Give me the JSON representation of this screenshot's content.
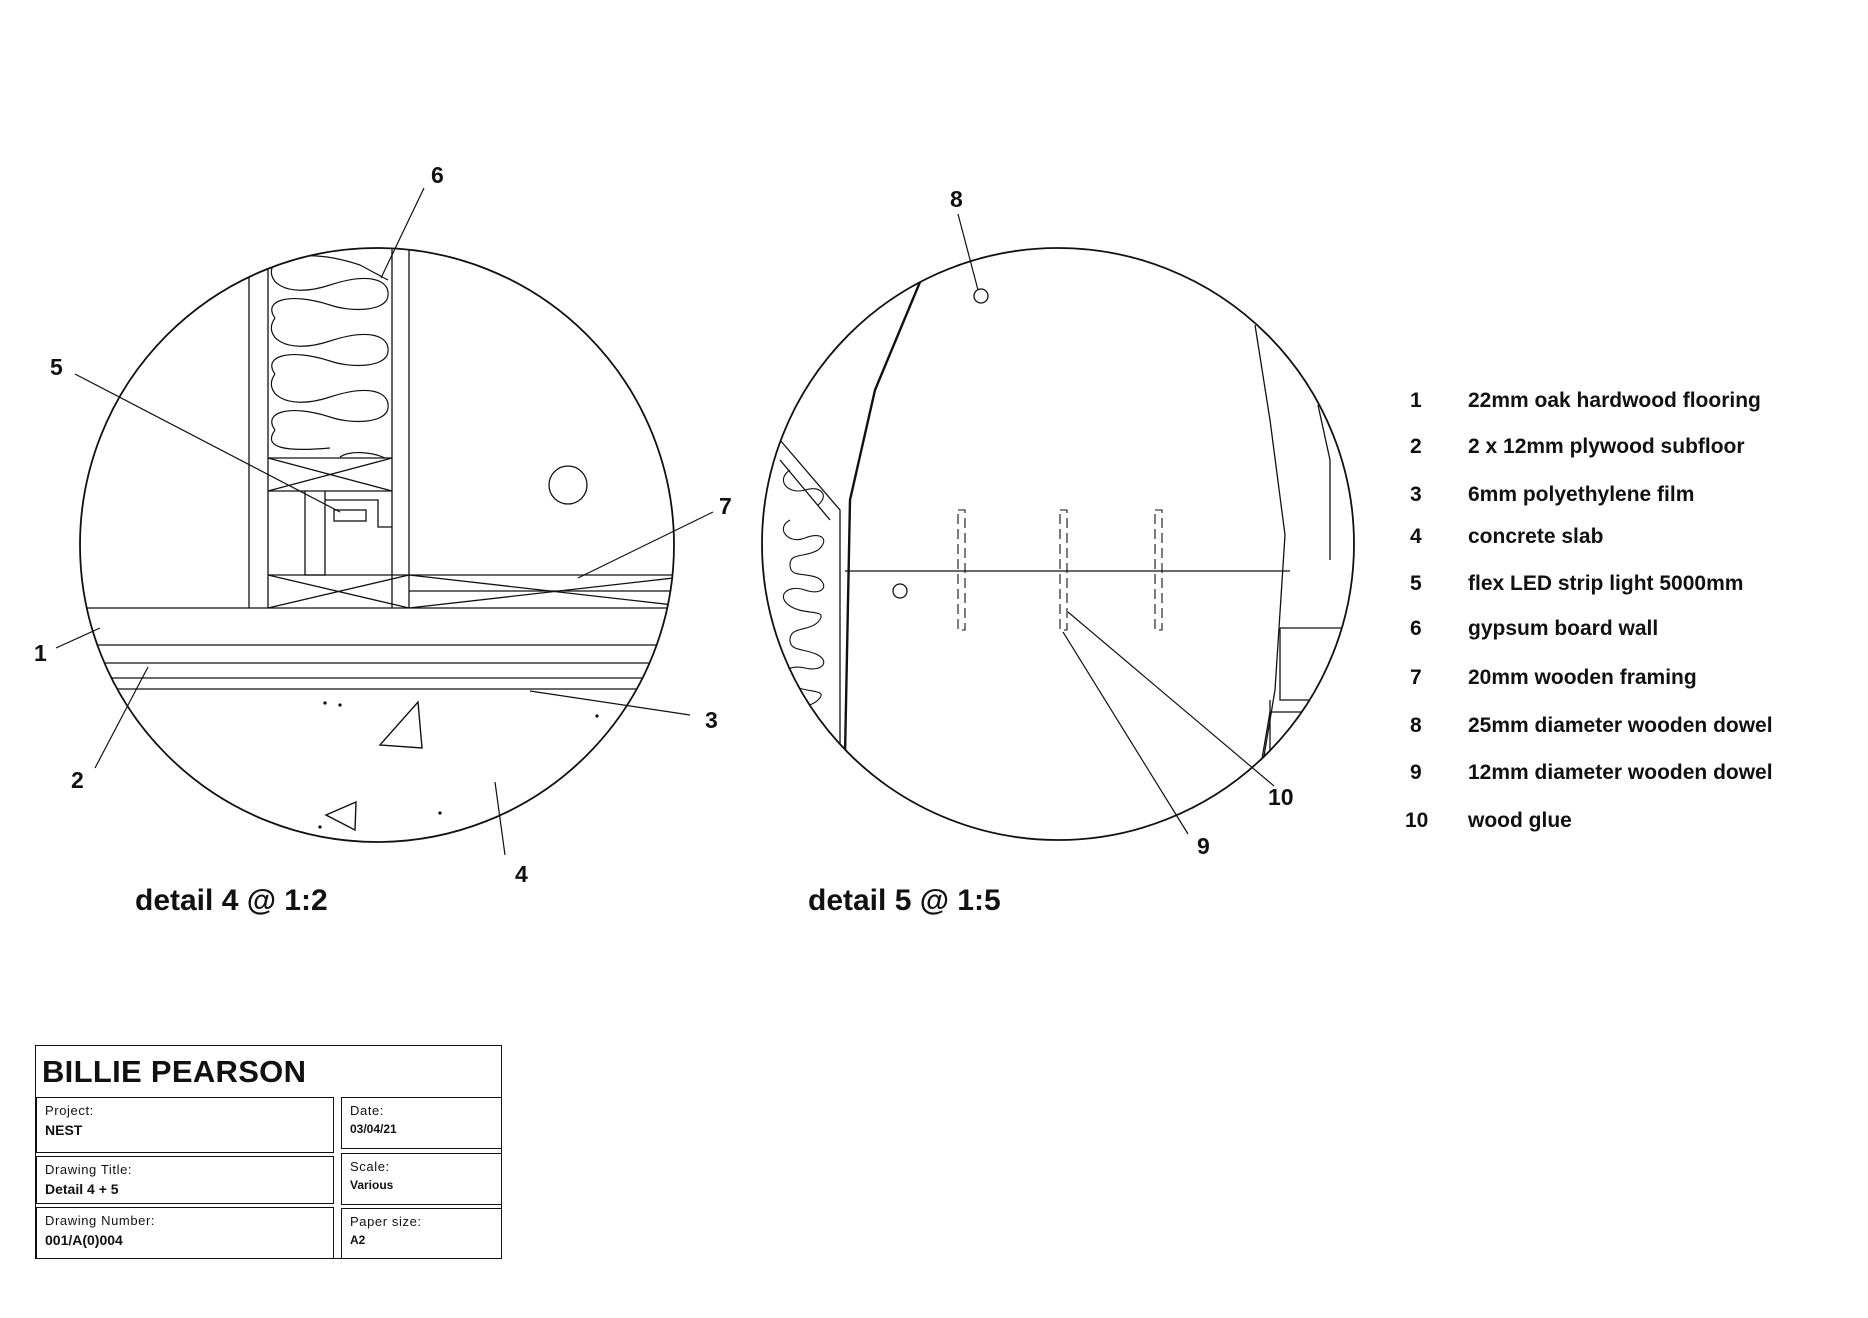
{
  "detail_4": {
    "caption": "detail 4 @ 1:2",
    "callouts": [
      "1",
      "2",
      "3",
      "4",
      "5",
      "6",
      "7"
    ]
  },
  "detail_5": {
    "caption": "detail 5 @ 1:5",
    "callouts": [
      "8",
      "9",
      "10"
    ]
  },
  "legend": [
    {
      "num": "1",
      "text": "22mm oak hardwood flooring"
    },
    {
      "num": "2",
      "text": "2 x 12mm plywood subfloor"
    },
    {
      "num": "3",
      "text": "6mm polyethylene film"
    },
    {
      "num": "4",
      "text": "concrete slab"
    },
    {
      "num": "5",
      "text": "flex LED strip light 5000mm"
    },
    {
      "num": "6",
      "text": "gypsum board wall"
    },
    {
      "num": "7",
      "text": "20mm wooden framing"
    },
    {
      "num": "8",
      "text": "25mm diameter wooden dowel"
    },
    {
      "num": "9",
      "text": "12mm diameter wooden dowel"
    },
    {
      "num": "10",
      "text": "wood glue"
    }
  ],
  "title_block": {
    "name": "BILLIE PEARSON",
    "project_label": "Project:",
    "project": "NEST",
    "date_label": "Date:",
    "date": "03/04/21",
    "drawing_title_label": "Drawing Title:",
    "drawing_title": "Detail 4 + 5",
    "scale_label": "Scale:",
    "scale": "Various",
    "drawing_number_label": "Drawing Number:",
    "drawing_number": "001/A(0)004",
    "paper_size_label": "Paper size:",
    "paper_size": "A2"
  }
}
